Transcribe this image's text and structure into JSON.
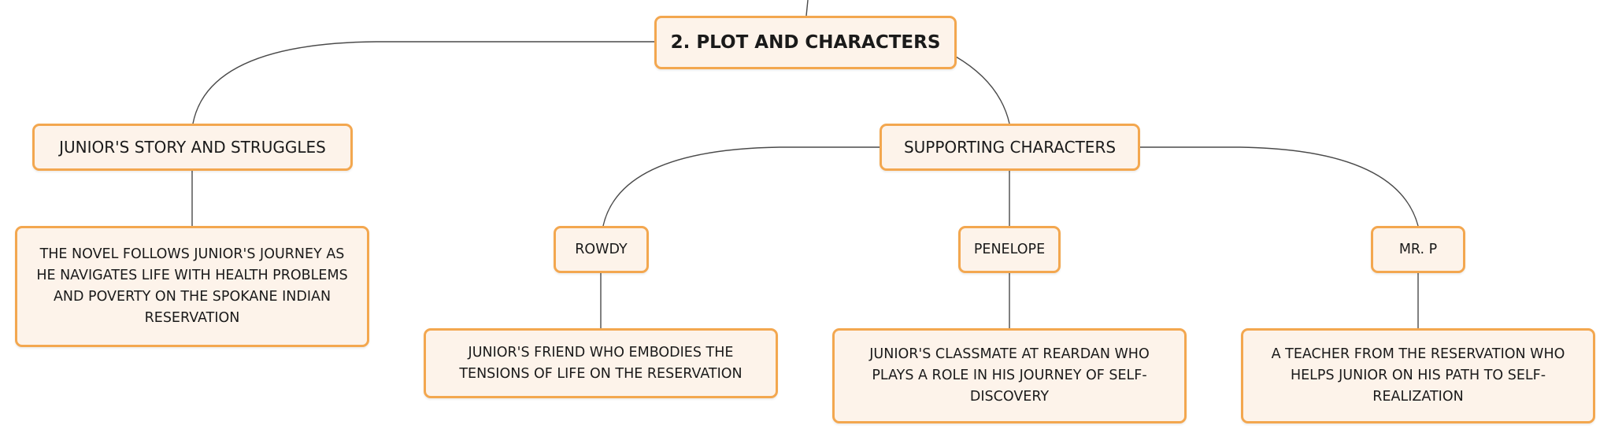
{
  "diagram": {
    "root": {
      "label": "2. PLOT AND CHARACTERS"
    },
    "junior_story": {
      "label": "JUNIOR'S STORY AND STRUGGLES",
      "detail": "THE NOVEL FOLLOWS JUNIOR'S JOURNEY AS HE NAVIGATES LIFE WITH HEALTH PROBLEMS AND POVERTY ON THE SPOKANE INDIAN RESERVATION"
    },
    "supporting": {
      "label": "SUPPORTING CHARACTERS",
      "characters": [
        {
          "name": "ROWDY",
          "description": "JUNIOR'S FRIEND WHO EMBODIES THE TENSIONS OF LIFE ON THE RESERVATION"
        },
        {
          "name": "PENELOPE",
          "description": "JUNIOR'S CLASSMATE AT REARDAN WHO PLAYS A ROLE IN HIS JOURNEY OF SELF-DISCOVERY"
        },
        {
          "name": "MR. P",
          "description": "A TEACHER FROM THE RESERVATION WHO HELPS JUNIOR ON HIS PATH TO SELF-REALIZATION"
        }
      ]
    },
    "colors": {
      "node_border": "#f3a74f",
      "node_fill": "#fdf3ea",
      "connector": "#4a4a4a",
      "text": "#1a1a1a"
    }
  }
}
